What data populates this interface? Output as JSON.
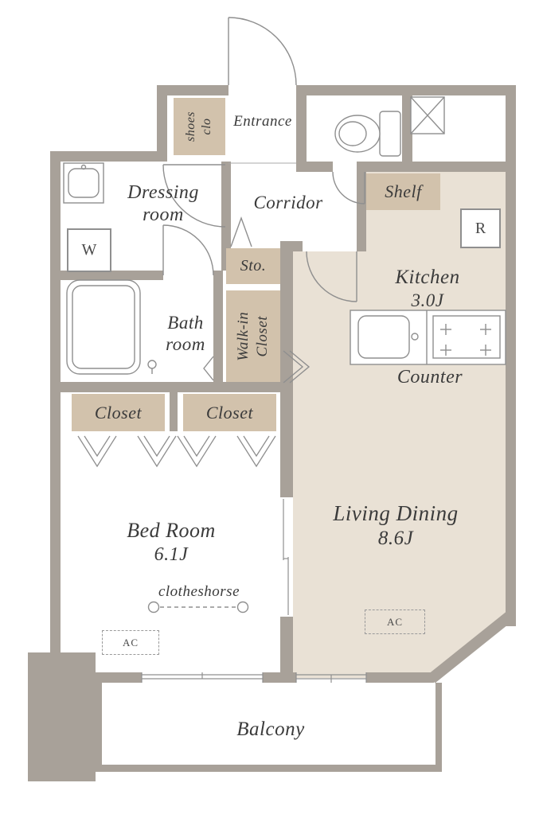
{
  "floorplan": {
    "colors": {
      "wall": "#a8a199",
      "floor_beige": "#e9e1d5",
      "cabinet_tan": "#d2c2ac",
      "fixture_line": "#8f8f8f",
      "text": "#3b3b3b"
    },
    "labels": {
      "entrance": "Entrance",
      "shoes_closet_line1": "shoes",
      "shoes_closet_line2": "clo",
      "dressing_line1": "Dressing",
      "dressing_line2": "room",
      "corridor": "Corridor",
      "shelf": "Shelf",
      "storage": "Sto.",
      "wic_line1": "Walk-in",
      "wic_line2": "Closet",
      "kitchen_name": "Kitchen",
      "kitchen_size": "3.0J",
      "counter": "Counter",
      "refrigerator": "R",
      "washer": "W",
      "bath_line1": "Bath",
      "bath_line2": "room",
      "closet_left": "Closet",
      "closet_right": "Closet",
      "bedroom_name": "Bed Room",
      "bedroom_size": "6.1J",
      "clotheshorse": "clotheshorse",
      "ac_bedroom": "AC",
      "ac_living": "AC",
      "living_name": "Living Dining",
      "living_size": "8.6J",
      "balcony": "Balcony"
    }
  }
}
